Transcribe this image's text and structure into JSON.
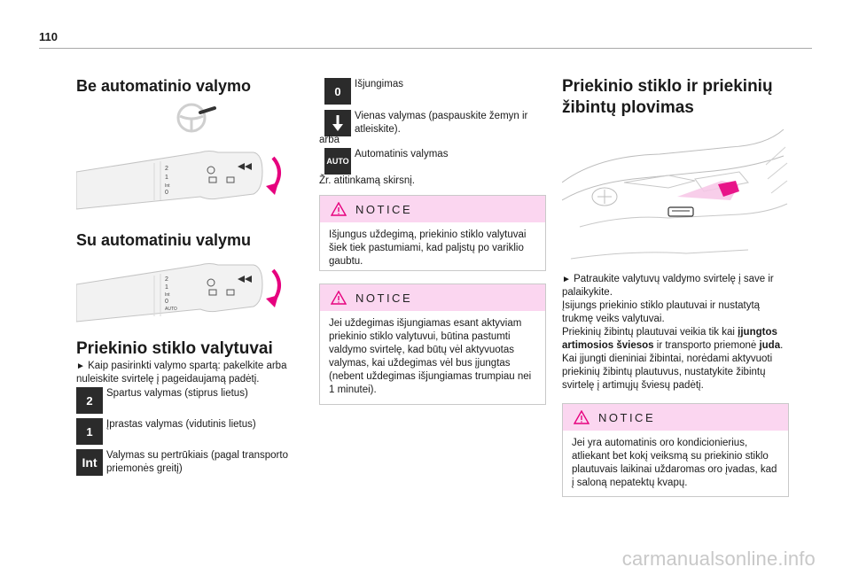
{
  "page": {
    "number": "110"
  },
  "left": {
    "heading_no_auto": "Be automatinio valymo",
    "heading_auto": "Su automatiniu valymu",
    "heading_wipers": "Priekinio stiklo valytuvai",
    "intro_bullet": "►",
    "intro_text": "Kaip pasirinkti valymo spartą: pakelkite arba nuleiskite svirtelę į pageidaujamą padėtį.",
    "speeds": [
      {
        "icon": "2",
        "text": "Spartus valymas (stiprus lietus)"
      },
      {
        "icon": "1",
        "text": "Įprastas valymas (vidutinis lietus)"
      },
      {
        "icon": "Int",
        "text": "Valymas su pertrūkiais (pagal transporto priemonės greitį)"
      }
    ],
    "stalk_labels_a": [
      "2",
      "1",
      "Int",
      "0"
    ],
    "stalk_labels_b": [
      "2",
      "1",
      "Int",
      "0",
      "AUTO"
    ]
  },
  "middle": {
    "off": {
      "icon": "0",
      "text": "Išjungimas"
    },
    "single": {
      "text": "Vienas valymas (paspauskite žemyn ir atleiskite)."
    },
    "or": "arba",
    "auto": {
      "icon": "AUTO",
      "text": "Automatinis valymas"
    },
    "see_section": "Žr. atitinkamą skirsnį.",
    "notice1": {
      "title": "NOTICE",
      "text": "Išjungus uždegimą, priekinio stiklo valytuvai šiek tiek pastumiami, kad paljstų po variklio gaubtu."
    },
    "notice2": {
      "title": "NOTICE",
      "text": "Jei uždegimas išjungiamas esant aktyviam priekinio stiklo valytuvui, būtina pastumti valdymo svirtelę, kad būtų vėl aktyvuotas valymas, kai uždegimas vėl bus įjungtas (nebent uždegimas išjungiamas trumpiau nei 1 minutei)."
    }
  },
  "right": {
    "heading": "Priekinio stiklo ir priekinių žibintų plovimas",
    "bullet": "►",
    "p1": "Patraukite valytuvų valdymo svirtelę į save ir palaikykite.",
    "p2": "Įsijungs priekinio stiklo plautuvai ir nustatytą trukmę veiks valytuvai.",
    "p3_pre": "Priekinių žibintų plautuvai veikia tik kai ",
    "p3_bold1": "įjungtos artimosios šviesos",
    "p3_mid": " ir transporto priemonė ",
    "p3_bold2": "juda",
    "p3_post": ".",
    "p4": "Kai įjungti dieniniai žibintai, norėdami aktyvuoti priekinių žibintų plautuvus, nustatykite žibintų svirtelę į artimųjų šviesų padėtį.",
    "notice": {
      "title": "NOTICE",
      "text": "Jei yra automatinis oro kondicionierius, atliekant bet kokį veiksmą su priekinio stiklo plautuvais laikinai uždaromas oro įvadas, kad į saloną nepatektų kvapų."
    }
  },
  "footer": {
    "watermark": "carmanualsonline.info"
  },
  "colors": {
    "notice_bg": "#fbd6f0",
    "accent_pink": "#e6007e",
    "icon_dark": "#2b2b2b"
  }
}
